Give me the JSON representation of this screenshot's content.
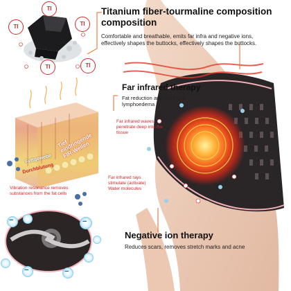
{
  "tourmaline": {
    "title": "Titanium fiber-tourmaline composition composition",
    "body": "Comfortable and breathable, emits far infra and negative ions, effectively shapes the buttocks, effectively shapes the buttocks.",
    "ti_label": "TI"
  },
  "far_infrared": {
    "title": "Far infrared therapy",
    "body": "Fat reduction and relief from lymphoedema",
    "waves_note": "Far infrared waves penetrate deep into the tissue",
    "rays_note": "Far infrared rays stimulate (activate) Water molecules"
  },
  "skin_diagram": {
    "wave_label_line1": "Tief",
    "wave_label_line2": "eindringende",
    "wave_label_line3": "FIR-Wellen",
    "fat_label": "Fettgewebe",
    "blood_label": "Durchblutung",
    "vibration_note": "Vibration resonance removes substances from the fat cells"
  },
  "negative_ion": {
    "title": "Negative ion therapy",
    "body": "Reduces scars, removes stretch marks and acne",
    "minus_symbol": "−"
  },
  "colors": {
    "accent_red": "#d4272a",
    "heat_orange": "#f26522",
    "garment_dark": "#2a2526"
  }
}
